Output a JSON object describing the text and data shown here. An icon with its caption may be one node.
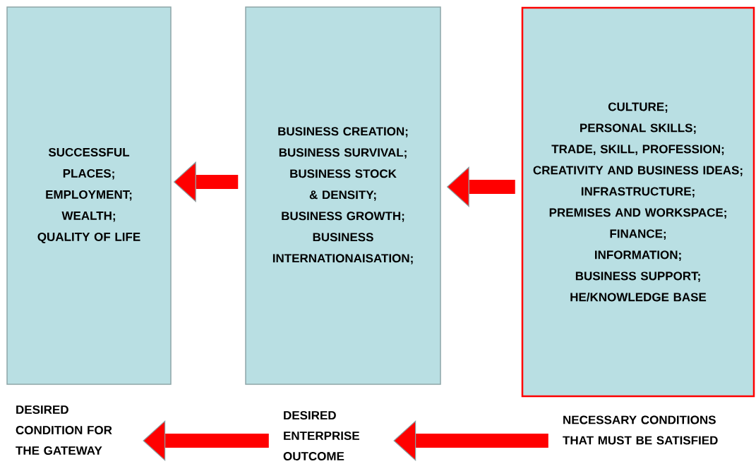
{
  "diagram": {
    "nodes": [
      {
        "text": [
          "SUCCESSFUL PLACES;",
          "EMPLOYMENT;",
          "WEALTH;",
          "QUALITY OF LIFE"
        ]
      },
      {
        "text": [
          "BUSINESS CREATION;",
          "BUSINESS SURVIVAL;",
          "BUSINESS STOCK & DENSITY;",
          "BUSINESS GROWTH;",
          "BUSINESS INTERNATIONAISATION;"
        ]
      },
      {
        "text": [
          "CULTURE;",
          "PERSONAL SKILLS;",
          "TRADE, SKILL, PROFESSION;",
          "CREATIVITY AND BUSINESS IDEAS;",
          "INFRASTRUCTURE;",
          "PREMISES AND WORKSPACE;",
          "FINANCE;",
          "INFORMATION;",
          "BUSINESS SUPPORT;",
          "HE/KNOWLEDGE BASE"
        ]
      },
      {
        "text": [
          "DESIRED CONDITION FOR THE GATEWAY"
        ]
      },
      {
        "text": [
          "DESIRED ENTERPRISE OUTCOME"
        ]
      },
      {
        "text": [
          "NECESSARY CONDITIONS THAT MUST BE SATISFIED"
        ]
      }
    ],
    "edges": [
      {
        "from": 1,
        "to": 0,
        "arrow": "to"
      },
      {
        "from": 2,
        "to": 1,
        "arrow": "to"
      },
      {
        "from": 4,
        "to": 3,
        "arrow": "to"
      },
      {
        "from": 5,
        "to": 4,
        "arrow": "to"
      }
    ]
  }
}
